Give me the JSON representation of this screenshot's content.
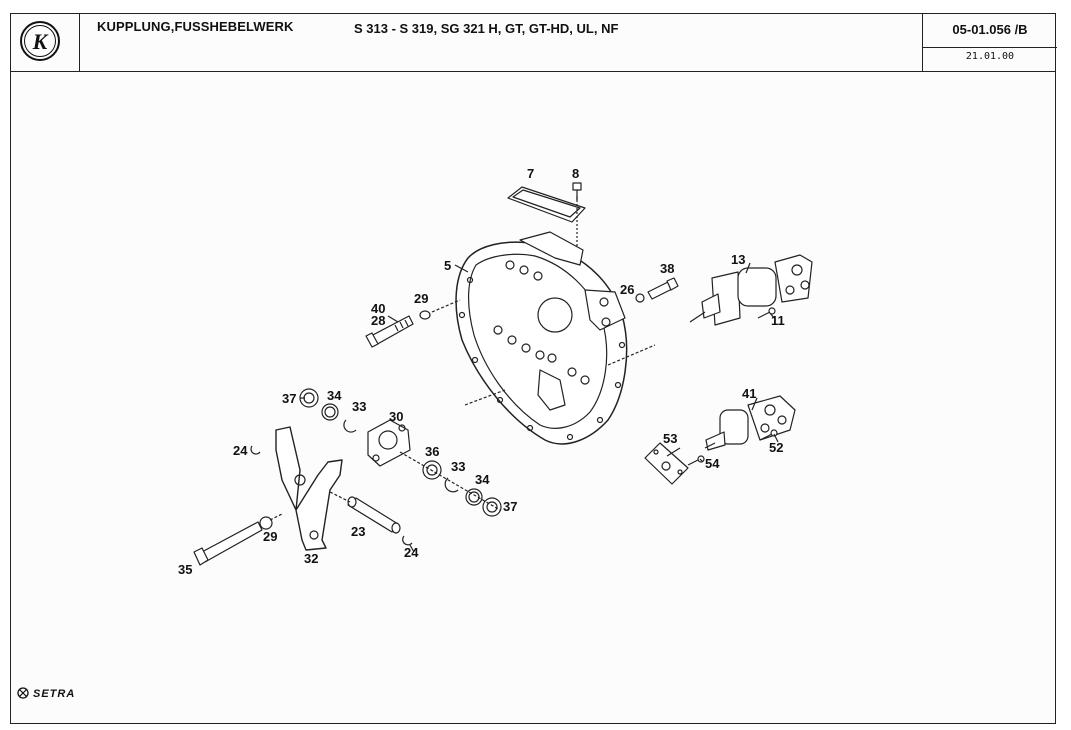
{
  "header": {
    "title": "KUPPLUNG,FUSSHEBELWERK",
    "models": "S 313 - S 319, SG 321 H, GT, GT-HD, UL, NF",
    "ref_no": "05-01.056 /B",
    "date": "21.01.00"
  },
  "brand": {
    "logo_letter": "K",
    "footer_name": "SETRA"
  },
  "callouts": [
    {
      "id": "7",
      "text": "7"
    },
    {
      "id": "8",
      "text": "8"
    },
    {
      "id": "5",
      "text": "5"
    },
    {
      "id": "13",
      "text": "13"
    },
    {
      "id": "38",
      "text": "38"
    },
    {
      "id": "26",
      "text": "26"
    },
    {
      "id": "40",
      "text": "40"
    },
    {
      "id": "28",
      "text": "28"
    },
    {
      "id": "29a",
      "text": "29"
    },
    {
      "id": "11",
      "text": "11"
    },
    {
      "id": "41",
      "text": "41"
    },
    {
      "id": "37a",
      "text": "37"
    },
    {
      "id": "34a",
      "text": "34"
    },
    {
      "id": "33a",
      "text": "33"
    },
    {
      "id": "30",
      "text": "30"
    },
    {
      "id": "53",
      "text": "53"
    },
    {
      "id": "52",
      "text": "52"
    },
    {
      "id": "54",
      "text": "54"
    },
    {
      "id": "24a",
      "text": "24"
    },
    {
      "id": "36",
      "text": "36"
    },
    {
      "id": "33b",
      "text": "33"
    },
    {
      "id": "34b",
      "text": "34"
    },
    {
      "id": "37b",
      "text": "37"
    },
    {
      "id": "23",
      "text": "23"
    },
    {
      "id": "29b",
      "text": "29"
    },
    {
      "id": "35",
      "text": "35"
    },
    {
      "id": "32",
      "text": "32"
    },
    {
      "id": "24b",
      "text": "24"
    }
  ]
}
